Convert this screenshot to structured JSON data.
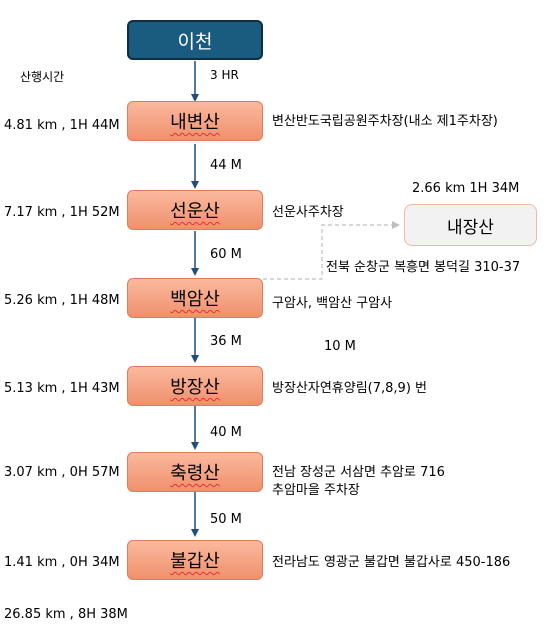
{
  "start": {
    "label": "이천"
  },
  "col_header": "산행시간",
  "stages": [
    {
      "name": "내변산",
      "stats": "4.81 km , 1H 44M",
      "note": [
        "변산반도국립공원주차장(내소 제1주차장)"
      ],
      "drive_in": "3 HR"
    },
    {
      "name": "선운산",
      "stats": "7.17 km , 1H 52M",
      "note": [
        "선운사주차장"
      ],
      "drive_in": "44 M"
    },
    {
      "name": "백암산",
      "stats": "5.26 km , 1H 48M",
      "note": [
        "구암사, 백암산 구암사"
      ],
      "drive_in": "60 M"
    },
    {
      "name": "방장산",
      "stats": "5.13 km , 1H 43M",
      "note": [
        "방장산자연휴양림(7,8,9) 번"
      ],
      "drive_in": "36 M"
    },
    {
      "name": "축령산",
      "stats": "3.07 km , 0H 57M",
      "note": [
        "전남 장성군 서삼면 추암로 716",
        "추암마을 주차장"
      ],
      "drive_in": "40 M"
    },
    {
      "name": "불갑산",
      "stats": "1.41 km , 0H 34M",
      "note": [
        "전라남도 영광군 불갑면 불갑사로 450-186"
      ],
      "drive_in": "50 M"
    }
  ],
  "side_trip": {
    "name": "내장산",
    "stats": "2.66 km 1H 34M",
    "address": "전북 순창군 복흥면 봉덕길 310-37",
    "drive": "10 M"
  },
  "total": "26.85 km , 8H 38M",
  "colors": {
    "start_fill": "#1a5c80",
    "node_fill": "#f8a886",
    "arrow": "#1f4e79",
    "dash": "#bfbfbf"
  }
}
